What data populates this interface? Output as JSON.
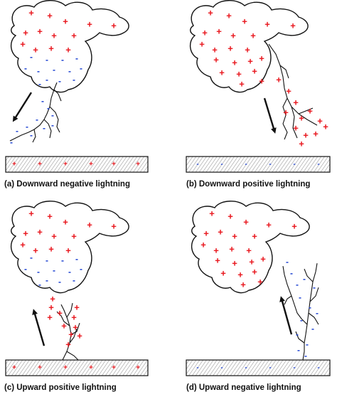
{
  "colors": {
    "positive": "#e8141b",
    "negative": "#1a3fd1",
    "ink": "#111111"
  },
  "symbols": {
    "positive": "+",
    "negative": "-"
  },
  "panels": [
    {
      "id": "a",
      "caption": "(a) Downward negative lightning",
      "cloud_upper_charge": "positive",
      "cloud_lower_charge": "negative",
      "channel_charge": "negative",
      "ground_charge": "positive",
      "direction": "downward"
    },
    {
      "id": "b",
      "caption": "(b) Downward positive lightning",
      "cloud_upper_charge": "positive",
      "cloud_lower_charge": "positive",
      "channel_charge": "positive",
      "ground_charge": "negative",
      "direction": "downward"
    },
    {
      "id": "c",
      "caption": "(c) Upward positive lightning",
      "cloud_upper_charge": "positive",
      "cloud_lower_charge": "negative",
      "channel_charge": "positive",
      "ground_charge": "positive",
      "direction": "upward"
    },
    {
      "id": "d",
      "caption": "(d) Upward negative lightning",
      "cloud_upper_charge": "positive",
      "cloud_lower_charge": "positive",
      "channel_charge": "negative",
      "ground_charge": "negative",
      "direction": "upward"
    }
  ]
}
